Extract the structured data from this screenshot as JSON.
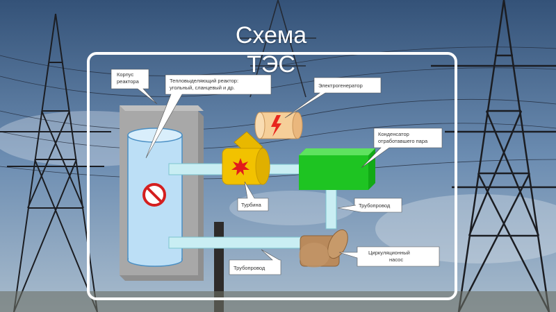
{
  "slide": {
    "title": "Схема ТЭС"
  },
  "diagram": {
    "labels": {
      "reactor_housing_line1": "Корпус",
      "reactor_housing_line2": "реактора",
      "fuel_line1": "Тепловыделяющий реактор:",
      "fuel_line2": "угольный, сланцевый и др.",
      "generator": "Электрогенератор",
      "condenser_line1": "Конденсатор",
      "condenser_line2": "отработавшего пара",
      "turbine": "Турбина",
      "pipeline_right": "Трубопровод",
      "pump_line1": "Циркуляционный",
      "pump_line2": "насос",
      "pipeline_bottom": "Трубопровод"
    },
    "colors": {
      "reactor": "#bfe0f7",
      "housing": "#a3a3a3",
      "turbine": "#f2c200",
      "generator": "#f6cf99",
      "condenser": "#17c21b",
      "pump": "#b98a5c",
      "pipe": "#c9eef3",
      "frame": "#ffffff"
    },
    "icons": {
      "reactor": "prohibition-icon",
      "turbine": "explosion-icon",
      "generator": "lightning-icon"
    }
  }
}
